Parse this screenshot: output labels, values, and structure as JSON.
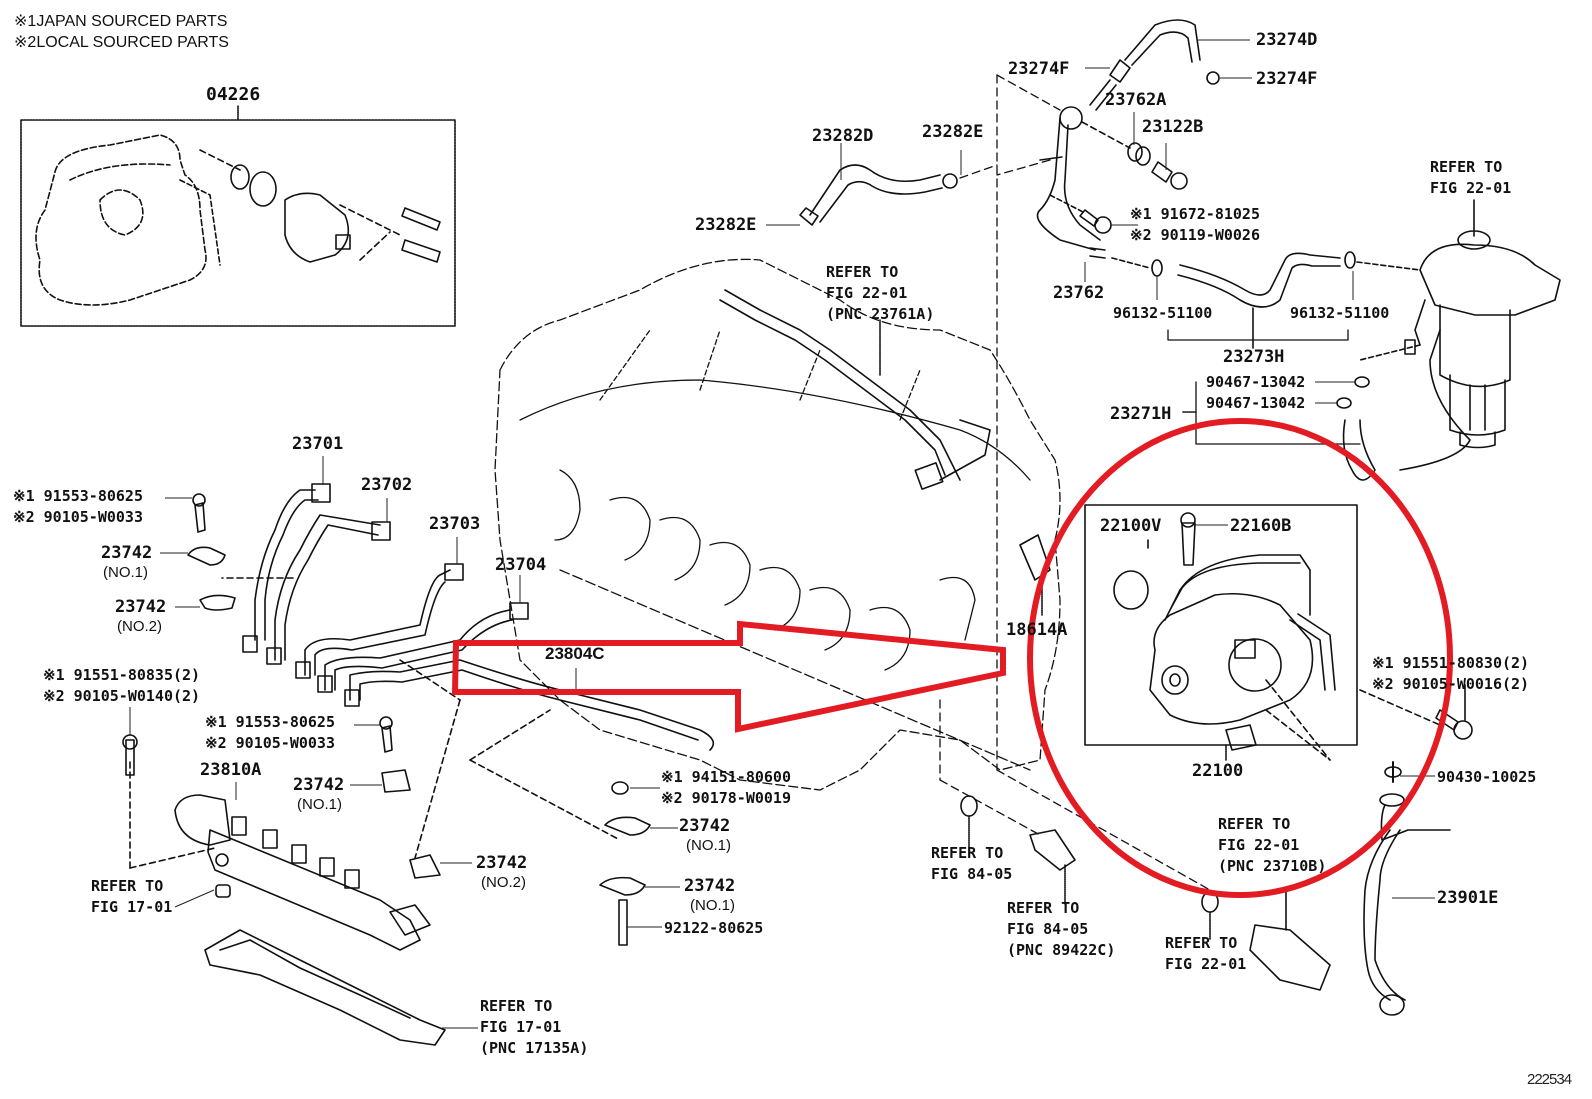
{
  "legend": [
    {
      "mark": "※1",
      "text": "JAPAN SOURCED PARTS"
    },
    {
      "mark": "※2",
      "text": "LOCAL SOURCED PARTS"
    }
  ],
  "figure_number": "222534",
  "highlight": {
    "color": "#e31b23",
    "circled_part": "22100",
    "arrow_from": "23804C"
  },
  "parts": {
    "p04226": "04226",
    "p23274D": "23274D",
    "p23274F_a": "23274F",
    "p23274F_b": "23274F",
    "p23762A": "23762A",
    "p23122B": "23122B",
    "p23282D": "23282D",
    "p23282E_a": "23282E",
    "p23282E_b": "23282E",
    "p23762": "23762",
    "p23273H": "23273H",
    "p23271H": "23271H",
    "p96132_a": "96132-51100",
    "p96132_b": "96132-51100",
    "p90467_a": "90467-13042",
    "p90467_b": "90467-13042",
    "p23701": "23701",
    "p23702": "23702",
    "p23703": "23703",
    "p23704": "23704",
    "p23804C": "23804C",
    "p23742_1": "23742",
    "p23742_1_sub": "(NO.1)",
    "p23742_2": "23742",
    "p23742_2_sub": "(NO.2)",
    "p23742_3": "23742",
    "p23742_3_sub": "(NO.1)",
    "p23742_4": "23742",
    "p23742_4_sub": "(NO.2)",
    "p23742_5": "23742",
    "p23742_5_sub": "(NO.1)",
    "p23742_6": "23742",
    "p23742_6_sub": "(NO.1)",
    "p23810A": "23810A",
    "p18614A": "18614A",
    "p22100V": "22100V",
    "p22160B": "22160B",
    "p22100": "22100",
    "p90430": "90430-10025",
    "p23901E": "23901E",
    "p92122": "92122-80625"
  },
  "dual_parts": {
    "bolt_top": {
      "l1": "※1 91672-81025",
      "l2": "※2 90119-W0026"
    },
    "bolt_left": {
      "l1": "※1 91553-80625",
      "l2": "※2 90105-W0033"
    },
    "bolt_rail": {
      "l1": "※1 91551-80835(2)",
      "l2": "※2 90105-W0140(2)"
    },
    "bolt_mid": {
      "l1": "※1 91553-80625",
      "l2": "※2 90105-W0033"
    },
    "nut": {
      "l1": "※1 94151-80600",
      "l2": "※2 90178-W0019"
    },
    "bolt_pump": {
      "l1": "※1 91551-80830(2)",
      "l2": "※2 90105-W0016(2)"
    }
  },
  "refers": {
    "r_filter": {
      "l1": "REFER TO",
      "l2": "FIG 22-01"
    },
    "r_harness": {
      "l1": "REFER TO",
      "l2": "FIG 22-01",
      "l3": "(PNC 23761A)"
    },
    "r_1701a": {
      "l1": "REFER TO",
      "l2": "FIG 17-01"
    },
    "r_1701b": {
      "l1": "REFER TO",
      "l2": "FIG 17-01",
      "l3": "(PNC 17135A)"
    },
    "r_8405a": {
      "l1": "REFER TO",
      "l2": "FIG 84-05"
    },
    "r_8405b": {
      "l1": "REFER TO",
      "l2": "FIG 84-05",
      "l3": "(PNC 89422C)"
    },
    "r_2201a": {
      "l1": "REFER TO",
      "l2": "FIG 22-01",
      "l3": "(PNC 23710B)"
    },
    "r_2201b": {
      "l1": "REFER TO",
      "l2": "FIG 22-01"
    }
  }
}
